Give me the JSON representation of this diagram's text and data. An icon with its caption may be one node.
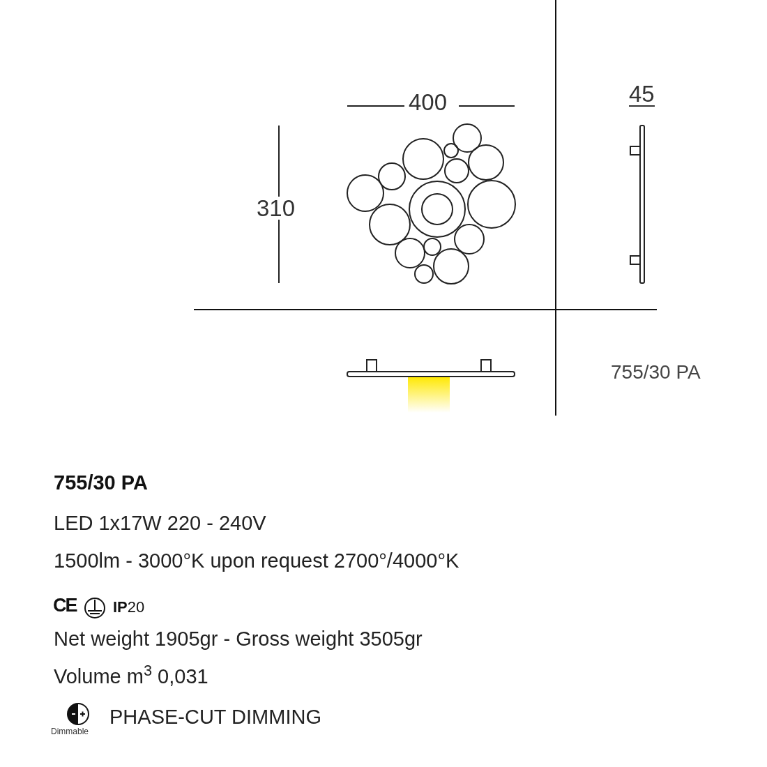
{
  "diagram": {
    "labels": [
      "400",
      "310",
      "45",
      "755/30 PA",
      "755/30 PA",
      "LED 1x17W 220 - 240V",
      "1500lm - 3000°K upon request 2700°/4000°K",
      "CE",
      "**IP**20",
      "Net weight 1905gr - Gross weight 3505gr",
      "Volume m$^{3}$ 0,031",
      "Dimmable",
      "PHASE-CUT DIMMING"
    ]
  }
}
